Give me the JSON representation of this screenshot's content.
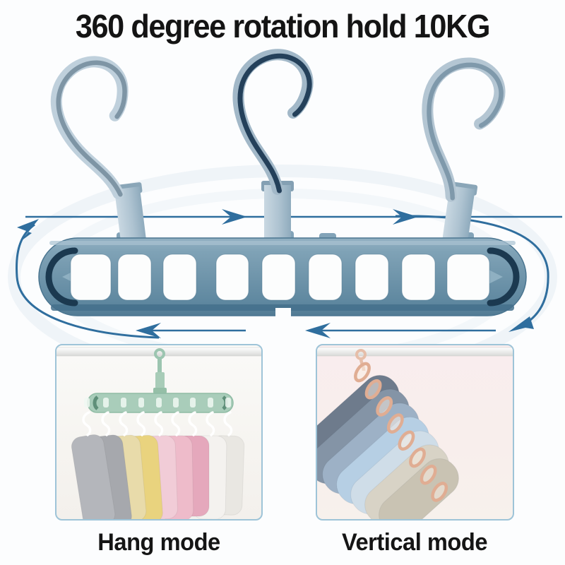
{
  "title": "360 degree rotation hold 10KG",
  "product": {
    "hook_count": 3,
    "hole_count": 9
  },
  "modes": [
    {
      "label": "Hang mode"
    },
    {
      "label": "Vertical mode"
    }
  ],
  "icons": [
    "hook-icon",
    "rotation-arrow-icon",
    "hanger-bar-icon"
  ],
  "colors": {
    "background": "#fcfdfe",
    "title_text": "#141414",
    "arrow": "#2f6e9e",
    "hanger_body": "#6d93a9",
    "hanger_body_dark": "#527b94",
    "hanger_end_notch": "#1b3950",
    "hook_outer_light": "#bfd0dc",
    "hook_inner_dark": "#24405a",
    "hole_fill": "#fcfdfd",
    "hang_mode_hanger": "#a9cdba",
    "hang_mode_hook": "#ffffff",
    "hang_mode_garments": [
      "#b4b6bb",
      "#a6a8ad",
      "#e8dbaa",
      "#e9d37e",
      "#f1ccd7",
      "#eebbca",
      "#e5a8bc",
      "#f4f2ef",
      "#e9e7e2"
    ],
    "vertical_mode_hanger": "#e0ad93",
    "vertical_mode_garments": [
      "#6e7b8c",
      "#8494a6",
      "#9db1c6",
      "#b6cfe4",
      "#cfdde8",
      "#d8d3c6",
      "#c9c3b3"
    ],
    "label_text": "#151515"
  }
}
